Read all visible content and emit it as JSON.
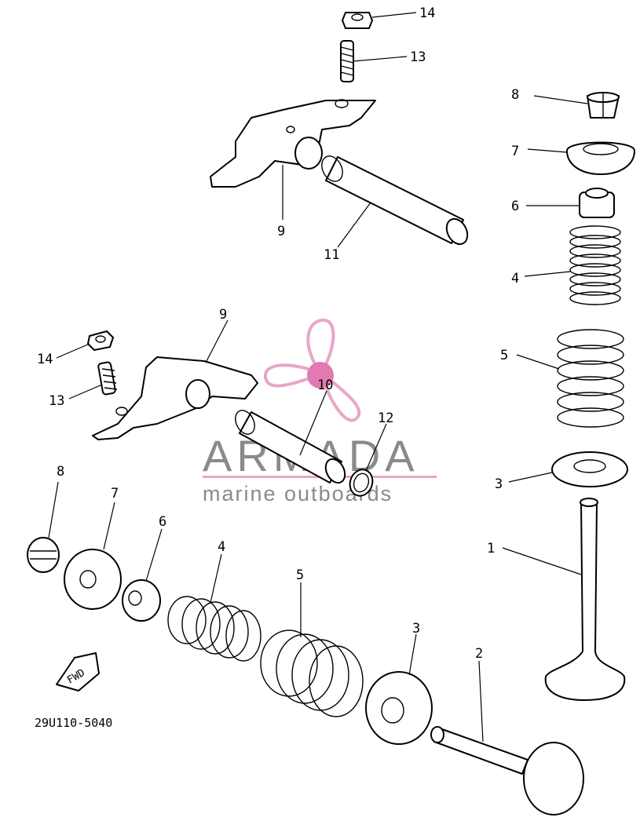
{
  "watermark": {
    "name": "ARMADA",
    "tagline": "marine outboards",
    "colors": {
      "logo_pink": "#e9a6c8",
      "logo_dot": "#e07ab0",
      "text_gray": "#8a8a8a"
    }
  },
  "diagram_code": "29U110-5040",
  "fwd_label": "FWD",
  "callouts": {
    "c1": "1",
    "c2": "2",
    "c3a": "3",
    "c3b": "3",
    "c4a": "4",
    "c4b": "4",
    "c5a": "5",
    "c5b": "5",
    "c6a": "6",
    "c6b": "6",
    "c7a": "7",
    "c7b": "7",
    "c8a": "8",
    "c8b": "8",
    "c9a": "9",
    "c9b": "9",
    "c10": "10",
    "c11": "11",
    "c12": "12",
    "c13a": "13",
    "c13b": "13",
    "c14a": "14",
    "c14b": "14"
  }
}
